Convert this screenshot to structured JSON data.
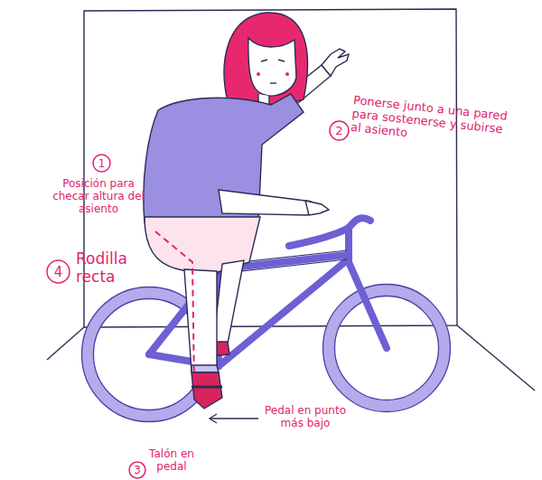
{
  "diagram": {
    "nodes": [
      {
        "text": [
          "2"
        ]
      },
      {
        "text": [
          "1"
        ]
      },
      {
        "text": [
          "4"
        ]
      },
      {
        "text": [
          "3"
        ]
      }
    ],
    "labels": [
      "Ponerse junto a una pared para sostenerse y subirse al asiento",
      "Posición para checar altura del asiento",
      "Rodilla recta",
      "Pedal en punto más bajo",
      "Talón en pedal"
    ]
  }
}
